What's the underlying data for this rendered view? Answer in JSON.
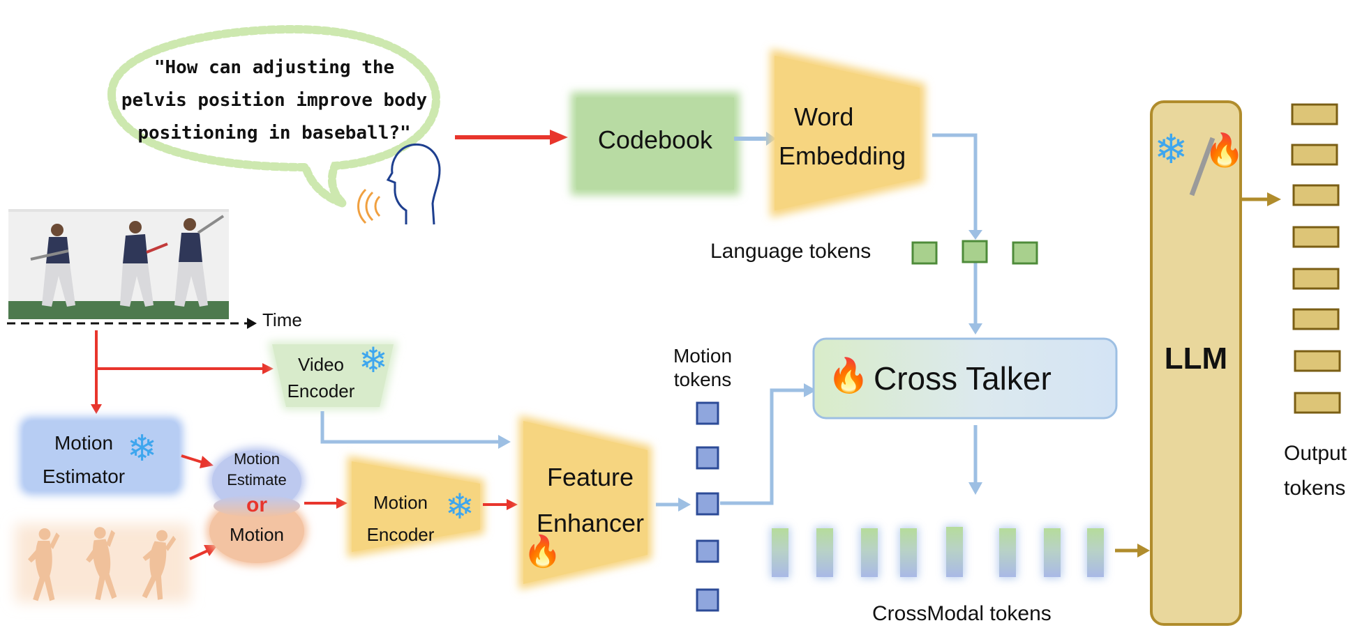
{
  "speech": {
    "line1": "\"How can adjusting the",
    "line2": "pelvis position improve body",
    "line3": "positioning in baseball?\""
  },
  "codebook": "Codebook",
  "word_embedding": {
    "line1": "Word",
    "line2": "Embedding"
  },
  "language_tokens": "Language tokens",
  "time": "Time",
  "video_encoder": {
    "line1": "Video",
    "line2": "Encoder"
  },
  "motion_estimator": {
    "line1": "Motion",
    "line2": "Estimator"
  },
  "motion_estimate": {
    "line1": "Motion",
    "line2": "Estimate"
  },
  "or": "or",
  "motion": "Motion",
  "motion_encoder": {
    "line1": "Motion",
    "line2": "Encoder"
  },
  "feature_enhancer": {
    "line1": "Feature",
    "line2": "Enhancer"
  },
  "motion_tokens": {
    "line1": "Motion",
    "line2": "tokens"
  },
  "cross_talker": "Cross Talker",
  "crossmodal_tokens": "CrossModal tokens",
  "llm": "LLM",
  "output_tokens": {
    "line1": "Output",
    "line2": "tokens"
  },
  "icons": {
    "frozen": "snowflake-icon",
    "trainable": "fire-icon",
    "speaker": "speaking-head-icon"
  },
  "colors": {
    "language_arrow": "#e8352c",
    "data_arrow": "#9dbfe3",
    "llm_arrow": "#b08c2c",
    "codebook": "#b5dba0",
    "embedding": "#f7d47f",
    "cross_talker": "#dbeed2",
    "llm": "#e9d79c",
    "token_green": "#a8d08d",
    "token_blue": "#8fa6dd",
    "token_gold": "#ddc577"
  }
}
